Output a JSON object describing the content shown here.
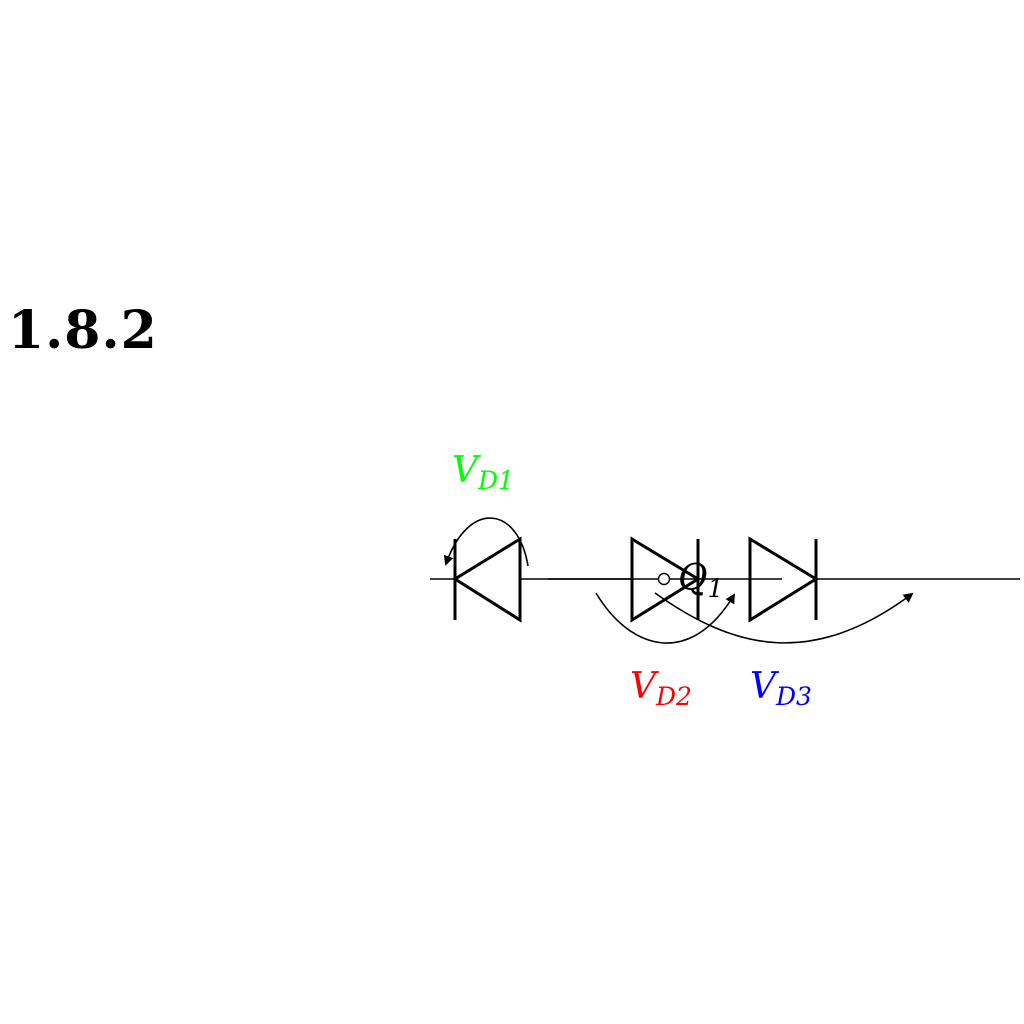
{
  "section": {
    "number": "1.8.2"
  },
  "diagram": {
    "labels": {
      "vd1": {
        "main": "V",
        "sub": "D1",
        "color": "#00ff00"
      },
      "vd2": {
        "main": "V",
        "sub": "D2",
        "color": "#ff0000"
      },
      "vd3": {
        "main": "V",
        "sub": "D3",
        "color": "#0000ff"
      },
      "q1": {
        "main": "Q",
        "sub": "1",
        "color": "#000000"
      }
    },
    "components": [
      "diode-d1-reversed",
      "diode-d2",
      "diode-d3"
    ],
    "line_color": "#000000"
  }
}
